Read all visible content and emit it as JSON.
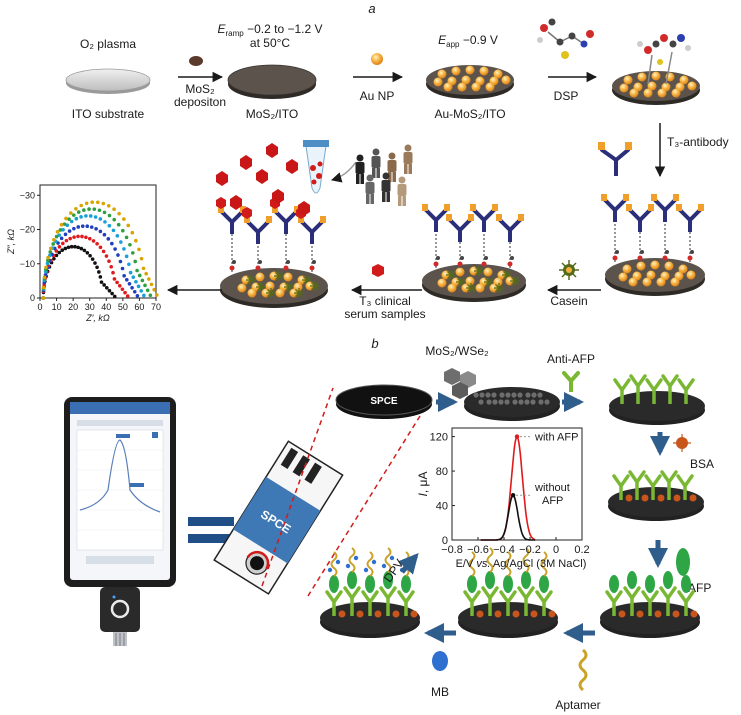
{
  "panel_a": {
    "label": "a",
    "o2_plasma": "O₂ plasma",
    "ito_substrate": "ITO substrate",
    "mos2_line1": "MoS₂",
    "mos2_line2": "depositon",
    "eramp_label": "E",
    "eramp_sub": "ramp",
    "eramp_range": " −0.2 to −1.2 V",
    "eramp_temp": "at 50°C",
    "mos2_ito": "MoS₂/ITO",
    "au_np": "Au NP",
    "eapp_label": "E",
    "eapp_sub": "app",
    "eapp_value": " −0.9 V",
    "au_mos2_ito": "Au-MoS₂/ITO",
    "dsp": "DSP",
    "t3_antibody": "T₃-antibody",
    "casein": "Casein",
    "t3_line1": "T₃ clinical",
    "t3_line2": "serum samples",
    "nyquist": {
      "ylabel": "Z″, kΩ",
      "xlabel": "Z′, kΩ",
      "yticks": [
        "0",
        "−10",
        "−20",
        "−30"
      ],
      "xticks": [
        "0",
        "10",
        "20",
        "30",
        "40",
        "50",
        "60",
        "70"
      ]
    }
  },
  "panel_b": {
    "label": "b",
    "mos2_wse2": "MoS₂/WSe₂",
    "anti_afp": "Anti-AFP",
    "bsa": "BSA",
    "afp": "AFP",
    "aptamer": "Aptamer",
    "mb": "MB",
    "dpv": "DPV",
    "spce_disk": "SPCE",
    "spce_strip": "SPCE",
    "dpv_plot": {
      "ylabel_i": "I",
      "ylabel_unit": ", μA",
      "xlabel": "E/V vs. Ag/AgCl (3M NaCl)",
      "yticks": [
        "0",
        "40",
        "80",
        "120"
      ],
      "xticks": [
        "−0.8",
        "−0.6",
        "−0.4",
        "−0.2",
        "0",
        "0.2"
      ],
      "with_afp": "with AFP",
      "without_line1": "without",
      "without_line2": "AFP"
    }
  },
  "chart_data": [
    {
      "type": "scatter",
      "title": "",
      "xlabel": "Z′, kΩ",
      "ylabel": "Z″, kΩ",
      "xlim": [
        0,
        70
      ],
      "ylim": [
        0,
        -33
      ],
      "series": [
        {
          "color": "#111111",
          "rx": 18,
          "peak": -15
        },
        {
          "color": "#e01a1a",
          "rx": 22,
          "peak": -18
        },
        {
          "color": "#1f3fbf",
          "rx": 25,
          "peak": -21
        },
        {
          "color": "#19a0d8",
          "rx": 27,
          "peak": -24
        },
        {
          "color": "#2e9e3e",
          "rx": 29,
          "peak": -26
        },
        {
          "color": "#d9a400",
          "rx": 31,
          "peak": -28
        }
      ]
    },
    {
      "type": "line",
      "title": "",
      "xlabel": "E/V vs. Ag/AgCl (3M NaCl)",
      "ylabel": "I, μA",
      "xlim": [
        -0.8,
        0.2
      ],
      "ylim": [
        0,
        130
      ],
      "series": [
        {
          "color": "#e01a1a",
          "peak_x": -0.3,
          "peak_y": 120,
          "width": 0.13
        },
        {
          "color": "#111111",
          "peak_x": -0.33,
          "peak_y": 52,
          "width": 0.11
        }
      ]
    }
  ]
}
